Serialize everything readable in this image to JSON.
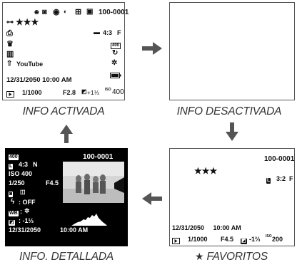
{
  "captions": {
    "info_on": "INFO ACTIVADA",
    "info_off": "INFO DESACTIVADA",
    "info_detail": "INFO. DETALLADA",
    "favorites": "FAVORITOS",
    "star_glyph": "★"
  },
  "info_on": {
    "frame_number": "100-0001",
    "rating": "★★★",
    "size_ratio": "4:3",
    "quality": "F",
    "iso_badge": "400",
    "share_label": "YouTube",
    "datetime": "12/31/2050  10:00 AM",
    "shutter": "1/1000",
    "aperture": "F2.8",
    "exposure_comp": "+1⅓",
    "iso": "400",
    "iso_prefix": "ISO"
  },
  "favorites": {
    "frame_number": "100-0001",
    "rating": "★★★",
    "size_ratio": "3:2",
    "quality": "F",
    "datetime": "12/31/2050     10:00 AM",
    "shutter": "1/1000",
    "aperture": "F4.5",
    "exposure_comp": "-1⅔",
    "iso": "200",
    "iso_prefix": "ISO"
  },
  "detail": {
    "badge": "400",
    "frame_number": "100-0001",
    "size_ratio": "4:3",
    "quality": "N",
    "iso_line": "ISO 400",
    "shutter": "1/250",
    "aperture": "F4.5",
    "flash": ": OFF",
    "wb": ":",
    "exposure_comp": ": -1⅓",
    "datetime_date": "12/31/2050",
    "datetime_time": "10:00 AM"
  },
  "icons": [
    "face-detect-icon",
    "red-eye-icon",
    "film-sim-icon",
    "dynamic-range-icon",
    "print-icon",
    "protect-icon",
    "voice-memo-icon",
    "photobook-icon",
    "share-icon",
    "play-icon",
    "battery-icon",
    "wb-icon",
    "rotate-icon"
  ]
}
